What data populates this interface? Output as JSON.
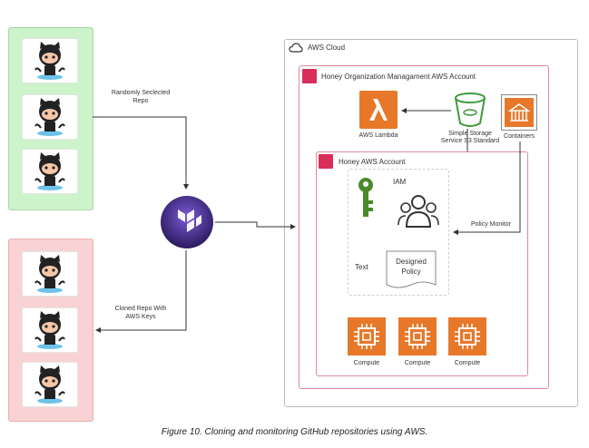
{
  "top_fragment": "",
  "labels": {
    "randomly_selected": "Randomly Seclected\nRepo",
    "cloned_repo": "Cloned Repo With\nAWS Keys",
    "policy_monitor": "Policy Monitor"
  },
  "aws_cloud": {
    "title": "AWS Cloud"
  },
  "org_account": {
    "title": "Honey Organization Managament AWS Account"
  },
  "honey_account": {
    "title": "Honey AWS Account"
  },
  "services": {
    "lambda": "AWS Lambda",
    "s3": "Simple Storage\nService S3 Standard",
    "containers": "Containers"
  },
  "iam": {
    "title": "IAM",
    "text": "Text",
    "policy": "Designed\nPolicy"
  },
  "compute": [
    "Compute",
    "Compute",
    "Compute"
  ],
  "caption": "Figure 10. Cloning and monitoring GitHub repositories using AWS.",
  "colors": {
    "aws_orange": "#e7782a",
    "s3_green": "#3e9b3a",
    "account_red": "#d92e5a",
    "terraform_purple": "#5b3aa8"
  }
}
